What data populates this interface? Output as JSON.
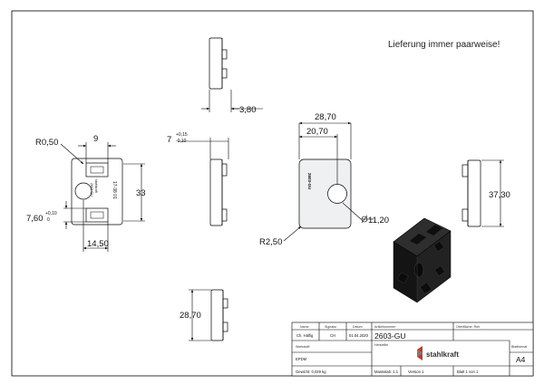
{
  "note": "Lieferung immer paarweise!",
  "dims": {
    "top_width": "3,80",
    "side_slot": "7",
    "side_slot_plus": "+0,15",
    "side_slot_minus": "-0,10",
    "front_radius": "R0,50",
    "front_slot_width": "9",
    "front_height": "33",
    "front_slot_depth": "7,60",
    "front_slot_depth_plus": "+0,10",
    "front_slot_depth_minus": "0",
    "front_slot_spacing": "14,50",
    "face_width": "28,70",
    "face_hole_offset": "20,70",
    "face_hole_dia": "11,20",
    "face_corner": "R2,50",
    "right_height": "37,30",
    "bottom_width": "28,70"
  },
  "part_marks": {
    "line1": "stahlkraft",
    "line2": "2603-GU",
    "line3": "17-38 01"
  },
  "face_mark": "2603-GU",
  "titleblock": {
    "headers": {
      "name": "Name",
      "signatur": "Signatur",
      "datum": "Datum",
      "artikel": "Artikelnummer",
      "oberflaeche": "Oberfläche: Roh",
      "blattformat": "Blattformat"
    },
    "row1": {
      "name": "Ch. Hälfig",
      "signatur": "CH",
      "datum": "01.04.2020",
      "artikel": "2603-GU"
    },
    "hersteller": "Hersteller",
    "werkstoff_label": "Werkstoff:",
    "werkstoff": "EPDM",
    "gewicht": "Gewicht: 0,029 kg",
    "massstab": "Massstab: 1:1",
    "version": "Version 1",
    "blatt": "Blatt 1 von 1",
    "format": "A4",
    "brand": "stahlkraft"
  }
}
